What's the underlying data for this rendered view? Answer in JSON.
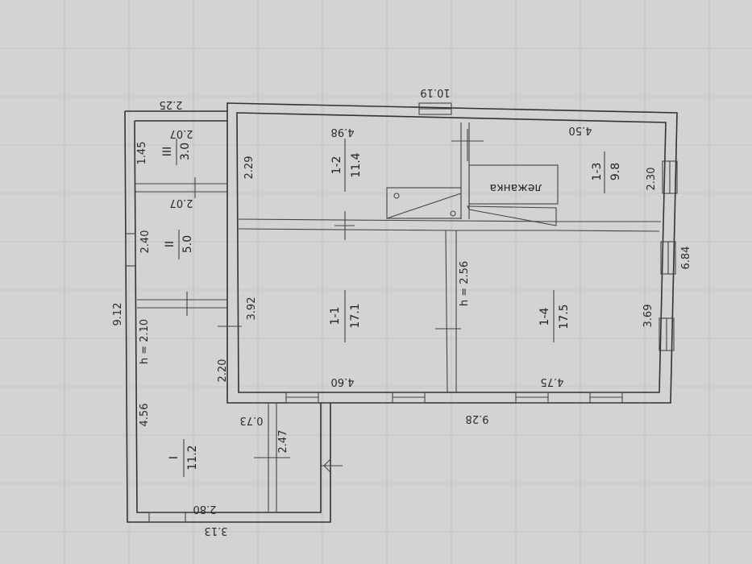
{
  "plan": {
    "overall": {
      "top_length": "10.19",
      "bottom_length": "9.28",
      "right_length": "6.84",
      "left_length": "9.12",
      "left_top": "2.25",
      "left_bottom": "3.13"
    },
    "rooms": {
      "r1_1": {
        "number": "1-1",
        "area": "17.1",
        "width": "4.60",
        "depth": "3.92"
      },
      "r1_2": {
        "number": "1-2",
        "area": "11.4",
        "width": "4.98",
        "depth": "2.29"
      },
      "r1_3": {
        "number": "1-3",
        "area": "9.8",
        "width": "4.50",
        "depth": "2.30"
      },
      "r1_4": {
        "number": "1-4",
        "area": "17.5",
        "width": "4.75",
        "depth": "3.69"
      },
      "rI": {
        "number": "I",
        "area": "11.2",
        "width": "2.80",
        "depth": "4.56"
      },
      "rII": {
        "number": "II",
        "area": "5.0",
        "width": "2.07",
        "depth": "2.40"
      },
      "rIII": {
        "number": "III",
        "area": "3.0",
        "width": "2.07",
        "depth": "1.45"
      }
    },
    "stove_label": "лежанка",
    "heights": {
      "main": "h = 2.56",
      "annex": "h = 2.10"
    },
    "misc_dims": {
      "d1": "2.20",
      "d2": "0.73",
      "d3": "2.47"
    }
  }
}
